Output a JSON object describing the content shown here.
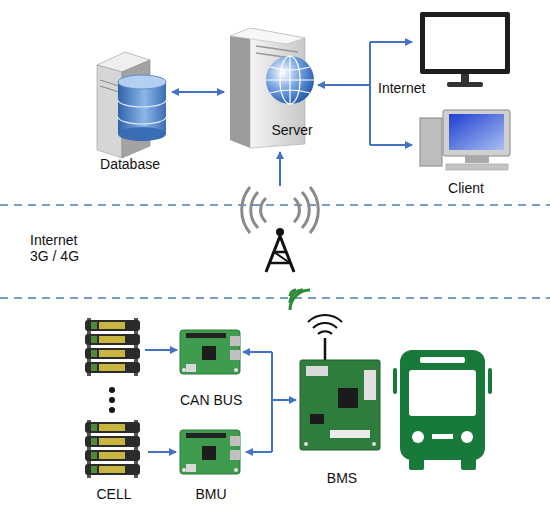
{
  "diagram": {
    "nodes": [
      {
        "text": [
          "Database"
        ]
      },
      {
        "text": [
          "Server"
        ]
      },
      {
        "text": [
          "Client"
        ]
      },
      {
        "text": [
          "CELL"
        ]
      },
      {
        "text": [
          "BMU"
        ]
      },
      {
        "text": [
          "BMS"
        ]
      }
    ],
    "edges": [
      {
        "from": 0,
        "to": 1,
        "arrow": "both"
      },
      {
        "from": 1,
        "to": 2,
        "arrow": "both"
      },
      {
        "from": 3,
        "to": 4,
        "arrow": "to"
      },
      {
        "from": 4,
        "to": 5,
        "arrow": "both"
      }
    ],
    "labels": [
      "Internet",
      "Internet 3G / 4G",
      "CAN BUS"
    ]
  }
}
